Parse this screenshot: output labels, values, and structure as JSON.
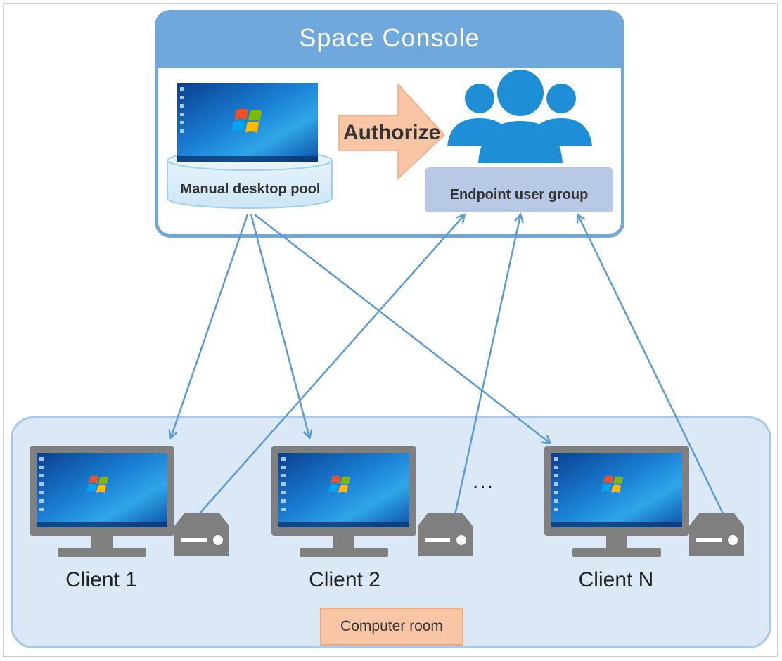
{
  "console": {
    "title": "Space Console"
  },
  "pool": {
    "label": "Manual desktop pool"
  },
  "authorize": {
    "label": "Authorize"
  },
  "user_group": {
    "label": "Endpoint user group"
  },
  "clients": [
    {
      "label": "Client 1"
    },
    {
      "label": "Client 2"
    },
    {
      "label": "Client N"
    }
  ],
  "ellipsis": "...",
  "room": {
    "label": "Computer room"
  },
  "colors": {
    "console_border": "#6fa8dc",
    "connector": "#5b9bd5",
    "room_fill": "#dbe8f5",
    "room_label_fill": "#f8c6a4",
    "arrow_fill": "#f8c6a4",
    "users_icon": "#1e8fd6",
    "device": "#7f7f7f"
  }
}
